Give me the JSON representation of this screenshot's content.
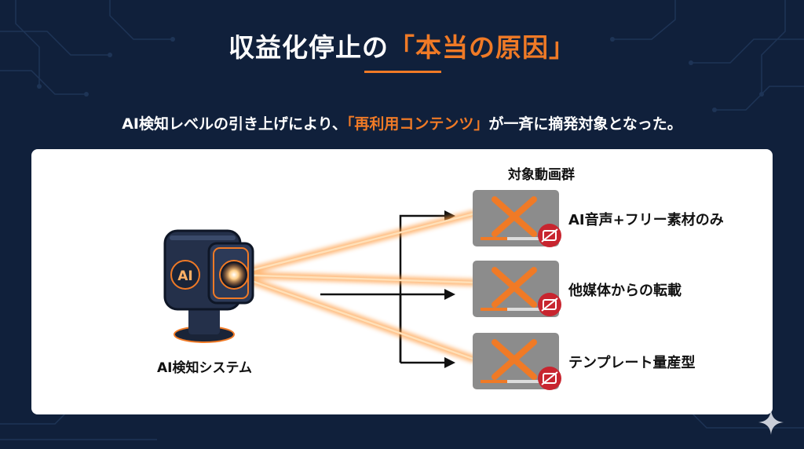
{
  "header": {
    "title_prefix": "収益化停止の",
    "title_accent": "「本当の原因」",
    "subtitle_prefix": "AI検知レベルの引き上げにより、",
    "subtitle_accent": "「再利用コンテンツ」",
    "subtitle_suffix": "が一斉に摘発対象となった。"
  },
  "diagram": {
    "system_label": "AI検知システム",
    "camera_badge": "AI",
    "group_title": "対象動画群",
    "targets": [
      {
        "label": "AI音声+フリー素材のみ"
      },
      {
        "label": "他媒体からの転載"
      },
      {
        "label": "テンプレート量産型"
      }
    ]
  },
  "colors": {
    "background": "#10203b",
    "accent": "#f07a26",
    "laser": "#ff9a3c",
    "block_badge": "#c8252f",
    "panel": "#ffffff"
  },
  "icons": [
    "ai-camera-icon",
    "blocked-video-icon",
    "no-monetization-icon",
    "sparkle-icon"
  ]
}
